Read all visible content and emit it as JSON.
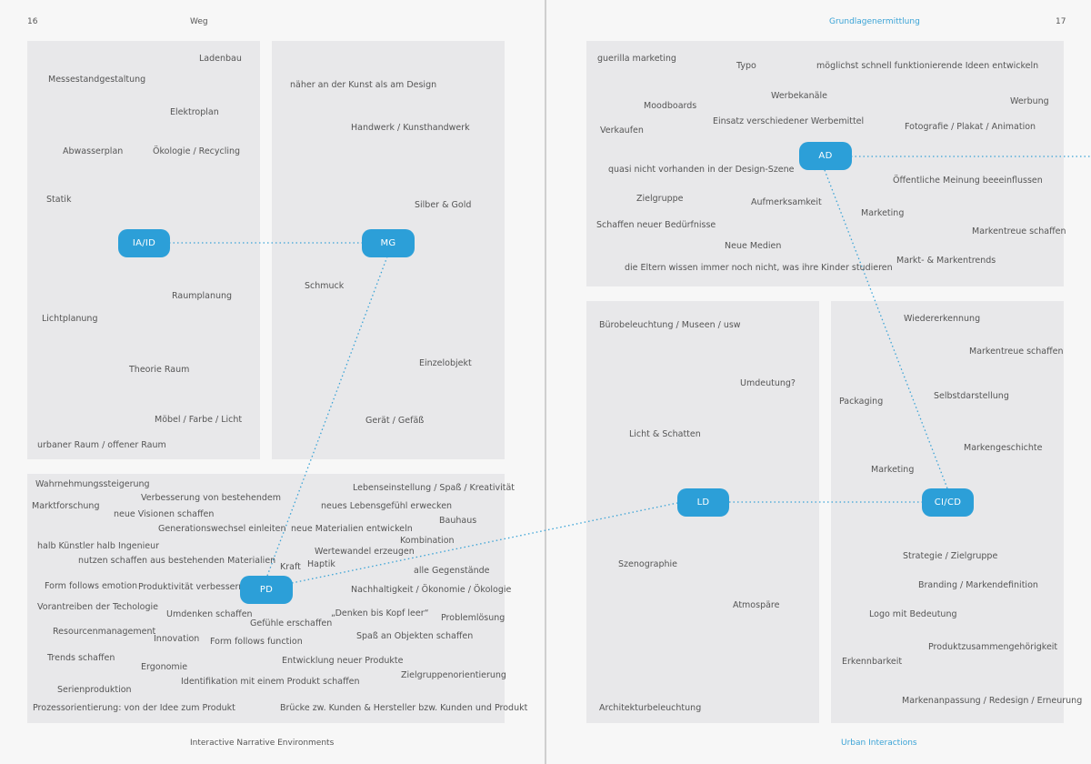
{
  "header": {
    "page_left": "16",
    "title_left": "Weg",
    "title_right": "Grundlagenermittlung",
    "page_right": "17"
  },
  "footer": {
    "left": "Interactive Narrative Environments",
    "right": "Urban Interactions"
  },
  "nodes": {
    "iaid": "IA/ID",
    "mg": "MG",
    "pd": "PD",
    "ad": "AD",
    "ld": "LD",
    "cicd": "CI/CD"
  },
  "colors": {
    "accent": "#2c9fd8",
    "panel": "#e8e8ea",
    "link": "#3aa3d6"
  },
  "panel_iaid": [
    "Ladenbau",
    "Messestandgestaltung",
    "Elektroplan",
    "Abwasserplan",
    "Ökologie / Recycling",
    "Statik",
    "Raumplanung",
    "Lichtplanung",
    "Theorie Raum",
    "Möbel / Farbe / Licht",
    "urbaner Raum / offener Raum"
  ],
  "panel_mg": [
    "näher an der Kunst als am Design",
    "Handwerk / Kunsthandwerk",
    "Silber & Gold",
    "Schmuck",
    "Einzelobjekt",
    "Gerät / Gefäß"
  ],
  "panel_pd": [
    "Wahrnehmungssteigerung",
    "Lebenseinstellung / Spaß / Kreativität",
    "Verbesserung von bestehendem",
    "Marktforschung",
    "neues Lebensgefühl erwecken",
    "neue Visionen schaffen",
    "Bauhaus",
    "Generationswechsel einleiten",
    "neue Materialien entwickeln",
    "Kombination",
    "halb Künstler halb Ingenieur",
    "Wertewandel erzeugen",
    "nutzen schaffen aus bestehenden Materialien",
    "Haptik",
    "Kraft",
    "alle Gegenstände",
    "Form follows emotion",
    "Produktivität verbessern",
    "Nachhaltigkeit / Ökonomie / Ökologie",
    "Vorantreiben der Techologie",
    "Umdenken schaffen",
    "„Denken bis Kopf leer“",
    "Problemlösung",
    "Gefühle erschaffen",
    "Resourcenmanagement",
    "Innovation",
    "Spaß an Objekten schaffen",
    "Form follows function",
    "Trends schaffen",
    "Entwicklung neuer Produkte",
    "Ergonomie",
    "Zielgruppenorientierung",
    "Identifikation mit einem Produkt schaffen",
    "Serienproduktion",
    "Prozessorientierung: von der Idee zum Produkt",
    "Brücke zw. Kunden & Hersteller bzw. Kunden und Produkt"
  ],
  "panel_ad": [
    "guerilla marketing",
    "Typo",
    "möglichst schnell funktionierende Ideen entwickeln",
    "Werbekanäle",
    "Moodboards",
    "Werbung",
    "Einsatz verschiedener Werbemittel",
    "Verkaufen",
    "Fotografie / Plakat / Animation",
    "quasi nicht vorhanden in der Design-Szene",
    "Öffentliche Meinung beeeinflussen",
    "Zielgruppe",
    "Aufmerksamkeit",
    "Marketing",
    "Schaffen neuer Bedürfnisse",
    "Markentreue schaffen",
    "Neue Medien",
    "Markt- & Markentrends",
    "die Eltern wissen immer noch nicht, was ihre Kinder studieren"
  ],
  "panel_ld": [
    "Bürobeleuchtung / Museen / usw",
    "Umdeutung?",
    "Licht & Schatten",
    "Szenographie",
    "Atmospäre",
    "Architekturbeleuchtung"
  ],
  "panel_cicd": [
    "Wiedererkennung",
    "Markentreue schaffen",
    "Packaging",
    "Selbstdarstellung",
    "Markengeschichte",
    "Marketing",
    "Strategie / Zielgruppe",
    "Branding / Markendefinition",
    "Logo mit Bedeutung",
    "Produktzusammengehörigkeit",
    "Erkennbarkeit",
    "Markenanpassung / Redesign / Erneurung"
  ]
}
